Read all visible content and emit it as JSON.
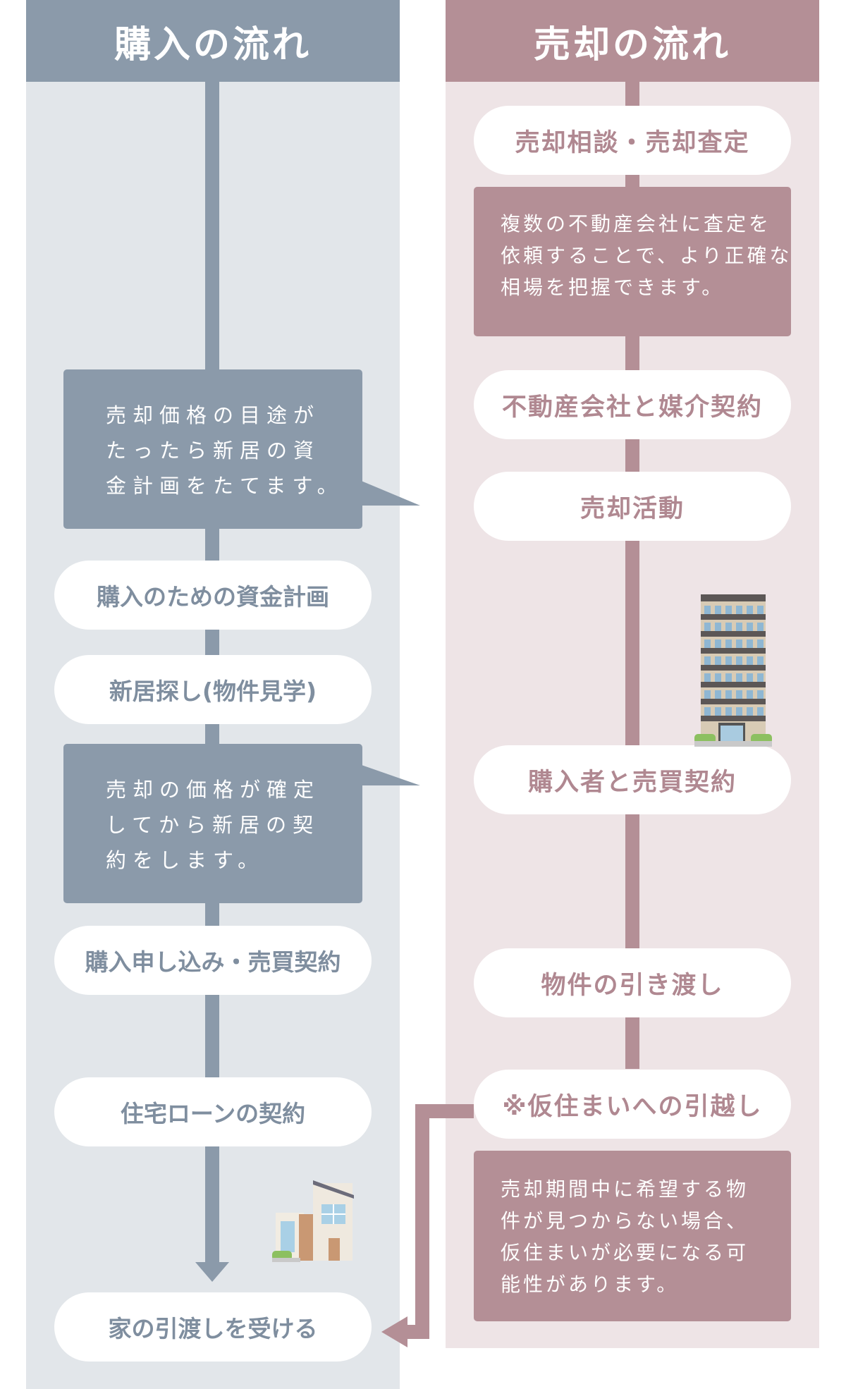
{
  "colors": {
    "buy_primary": "#8b9aaa",
    "buy_background": "#e2e6ea",
    "buy_text": "#7f8e9f",
    "sell_primary": "#b48f96",
    "sell_background": "#eee4e6",
    "sell_text": "#b08891"
  },
  "buy": {
    "title": "購入の流れ",
    "notes": [
      {
        "lines": [
          "売却価格の目途が",
          "たったら新居の資",
          "金計画をたてます。"
        ]
      },
      {
        "lines": [
          "売却の価格が確定",
          "してから新居の契",
          "約をします。"
        ]
      }
    ],
    "steps": [
      "購入のための資金計画",
      "新居探し(物件見学)",
      "購入申し込み・売買契約",
      "住宅ローンの契約",
      "家の引渡しを受ける"
    ],
    "illustration": "house-icon"
  },
  "sell": {
    "title": "売却の流れ",
    "steps": [
      "売却相談・売却査定",
      "不動産会社と媒介契約",
      "売却活動",
      "購入者と売買契約",
      "物件の引き渡し",
      "※仮住まいへの引越し"
    ],
    "notes": [
      {
        "lines": [
          "複数の不動産会社に査定を",
          "依頼することで、より正確な",
          "相場を把握できます。"
        ]
      },
      {
        "lines": [
          "売却期間中に希望する物",
          "件が見つからない場合、",
          "仮住まいが必要になる可",
          "能性があります。"
        ]
      }
    ],
    "illustration": "apartment-building-icon"
  }
}
